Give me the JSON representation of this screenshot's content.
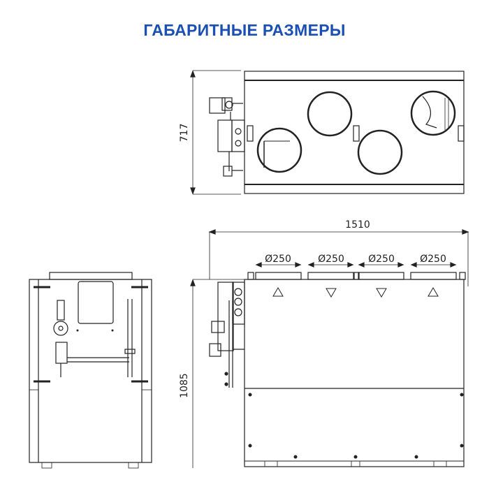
{
  "header": {
    "title": "ГАБАРИТНЫЕ РАЗМЕРЫ",
    "title_color": "#1a4fb5"
  },
  "top_view": {
    "height_dimension": "717"
  },
  "front_view": {
    "width_dimension": "1510",
    "height_dimension": "1085",
    "duct_diameters": [
      "Ø250",
      "Ø250",
      "Ø250",
      "Ø250"
    ],
    "flow_arrows": [
      "up-triangle",
      "down-triangle",
      "down-triangle",
      "up-triangle"
    ]
  },
  "side_view": {}
}
